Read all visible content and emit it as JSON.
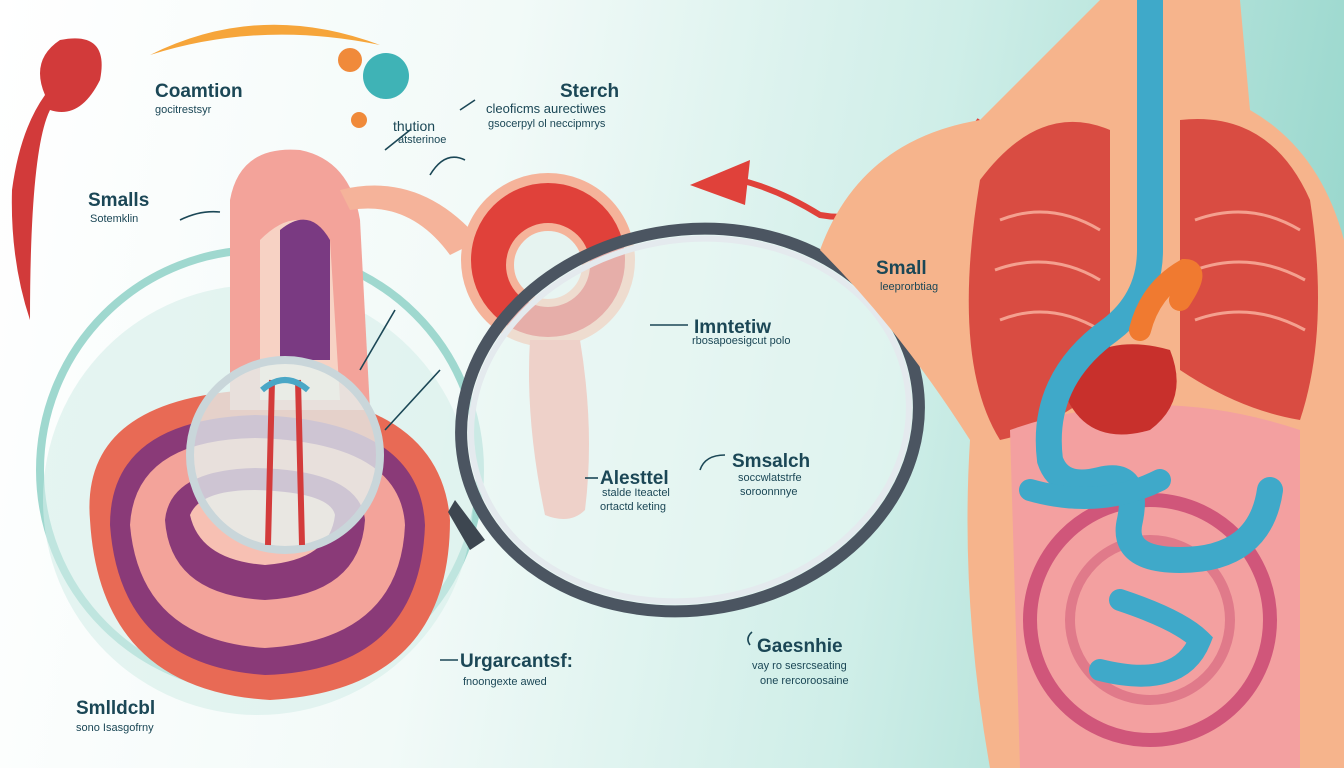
{
  "labels": {
    "coamtion": {
      "title": "Coamtion",
      "sub": [
        "gocitrestsyr"
      ]
    },
    "smalls": {
      "title": "Smalls",
      "sub": [
        "Sotemklin"
      ]
    },
    "sterch": {
      "title": "Sterch",
      "sub": [
        "cleoficms aurectiwes",
        "gsocerpyl ol neccipmrys"
      ]
    },
    "thution": {
      "title": "thution",
      "sub": [
        "atsterinoe"
      ]
    },
    "small": {
      "title": "Small",
      "sub": [
        "leeprorbtiag"
      ]
    },
    "imntetiw": {
      "title": "Imntetiw",
      "sub": [
        "rbosapoesigcut polo"
      ]
    },
    "alesttel": {
      "title": "Alesttel",
      "sub": [
        "stalde Iteactel",
        "ortactd keting"
      ]
    },
    "smsalch": {
      "title": "Smsalch",
      "sub": [
        "soccwlatstrfe",
        "soroonnnye"
      ]
    },
    "smlldcbl": {
      "title": "Smlldcbl",
      "sub": [
        "sono Isasgofrny"
      ]
    },
    "urgarcantsf": {
      "title": "Urgarcantsf:",
      "sub": [
        "fnoongexte awed"
      ]
    },
    "gaesnhie": {
      "title": "Gaesnhie",
      "sub": [
        "vay ro sesrcseating",
        "one rercoroosaine"
      ]
    }
  },
  "colors": {
    "text": "#1b4756",
    "teal": "#5fbdb1",
    "red": "#e0413a",
    "blue": "#3fa9c9",
    "purple": "#8a3a78",
    "pink": "#f3a39a"
  }
}
